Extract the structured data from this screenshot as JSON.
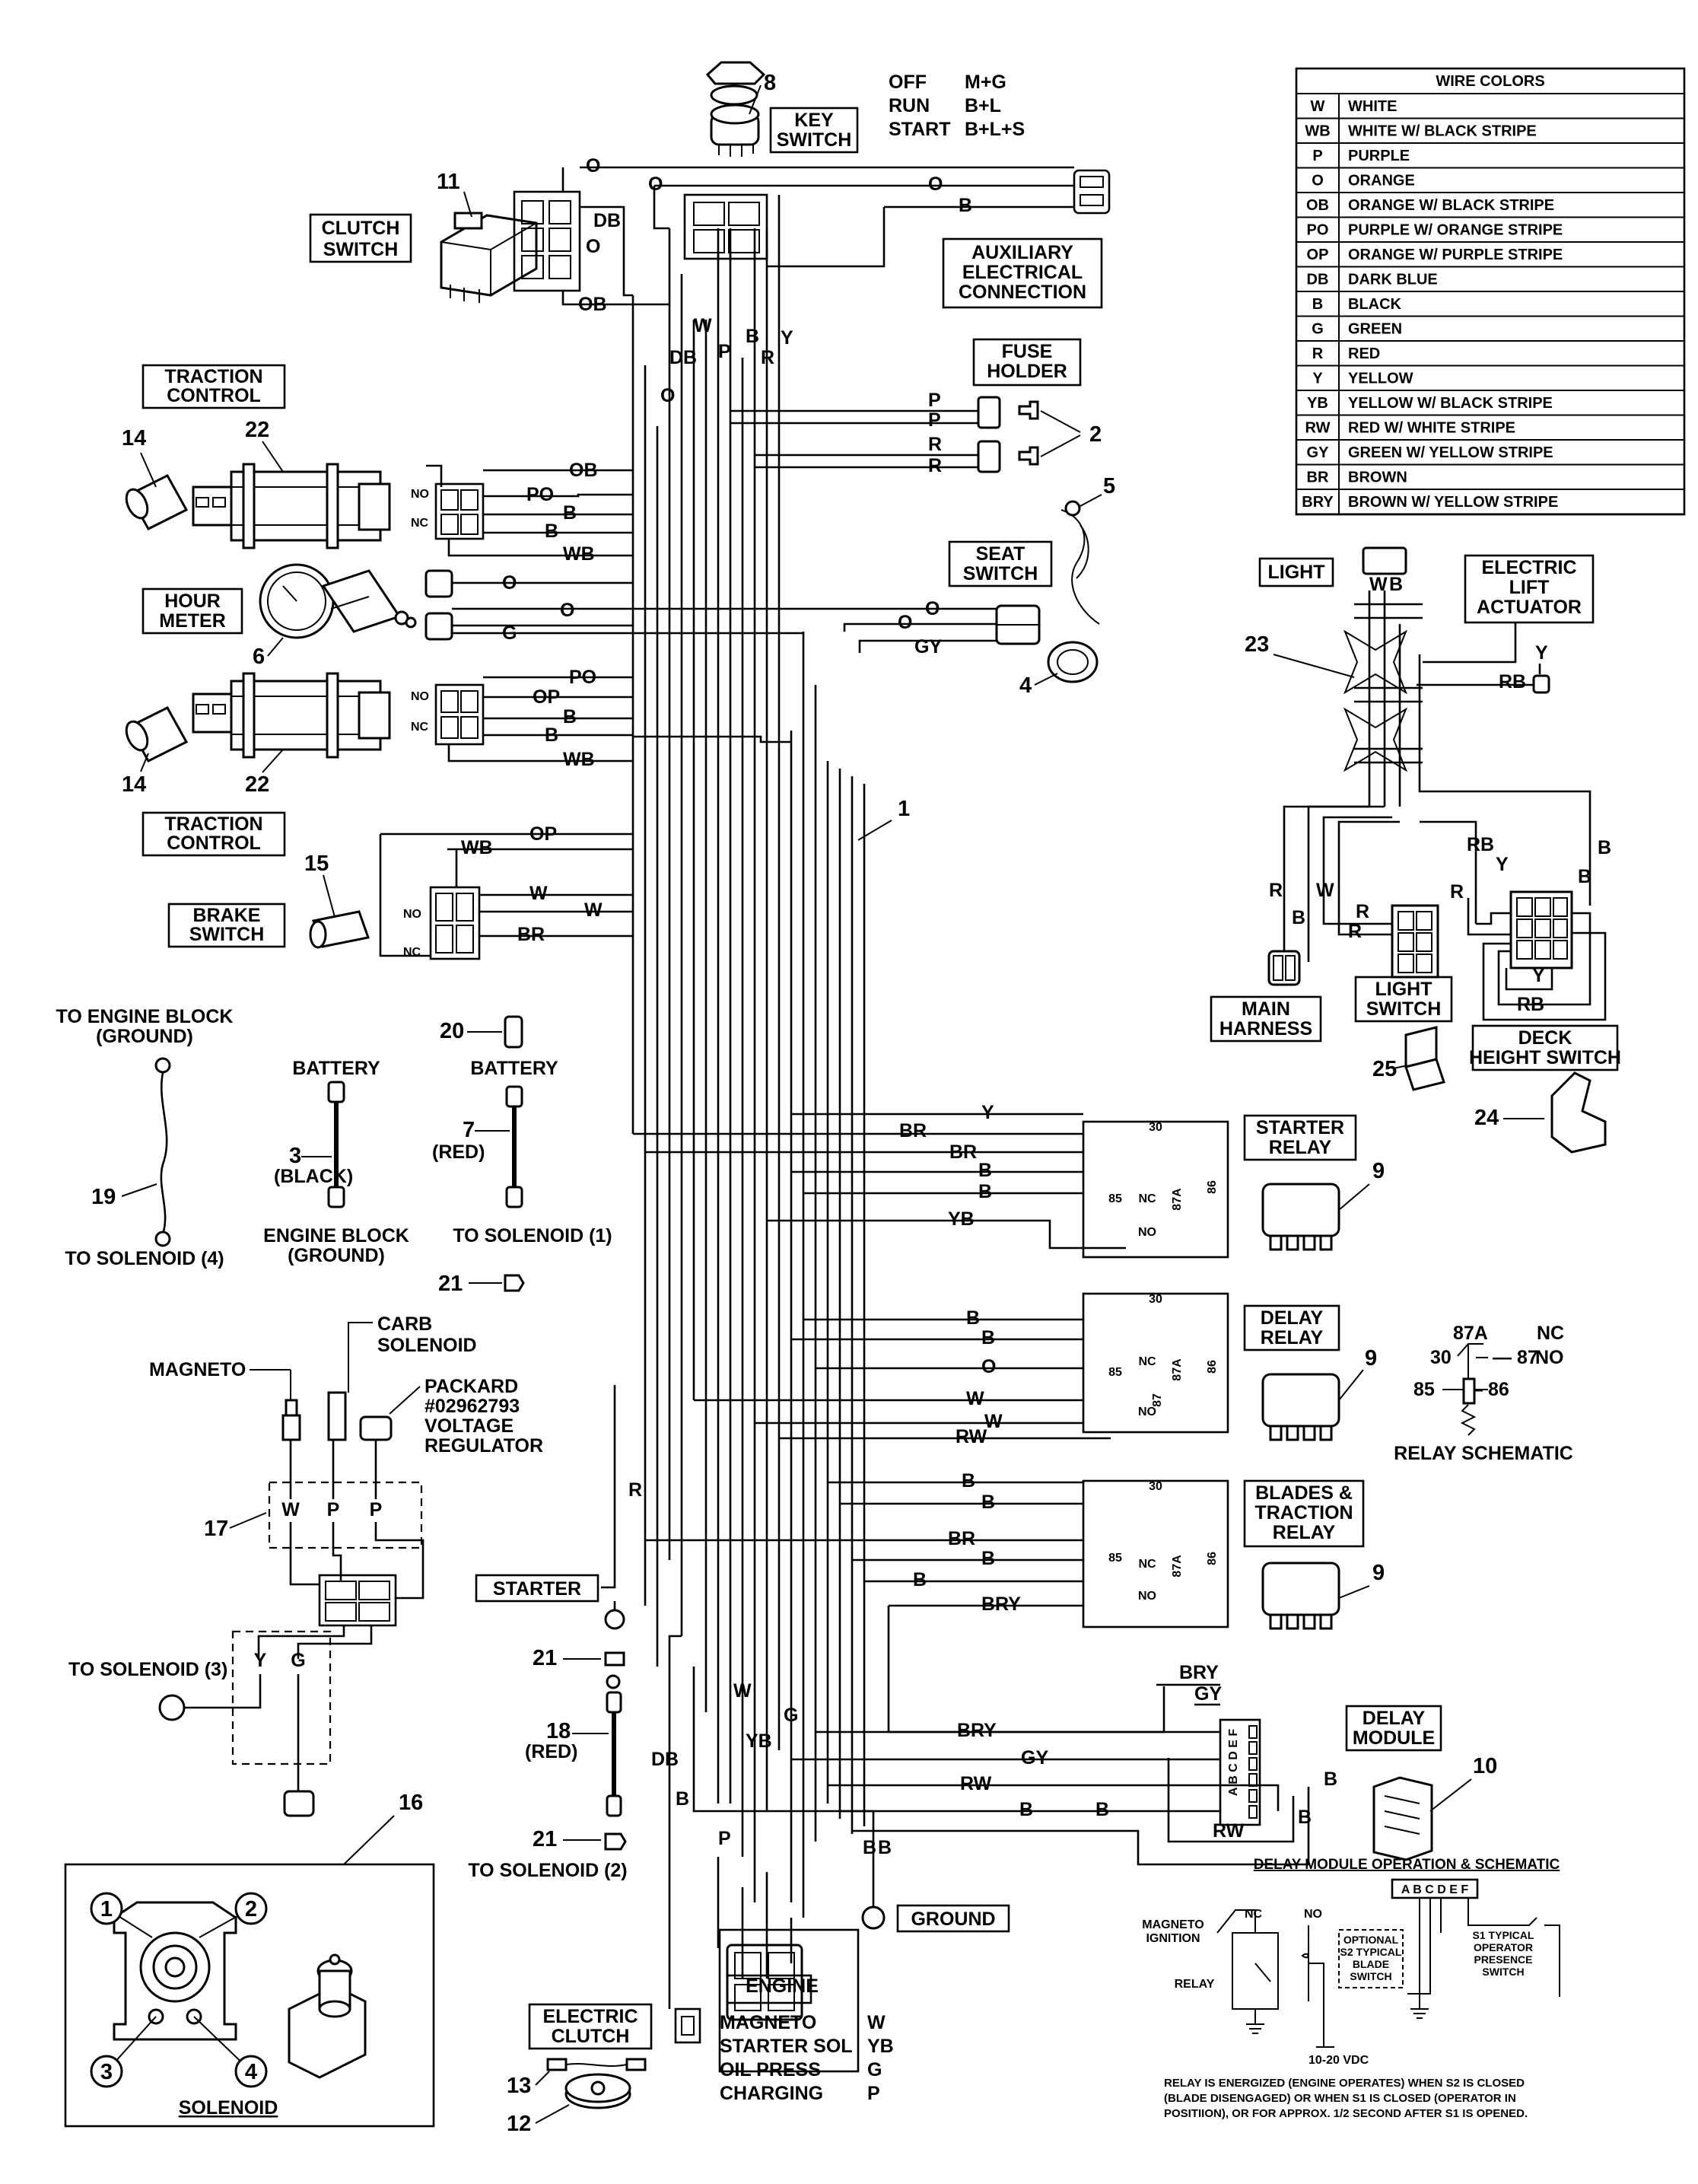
{
  "key_switch": {
    "title": "KEY SWITCH",
    "positions": [
      {
        "pos": "OFF",
        "contacts": "M+G"
      },
      {
        "pos": "RUN",
        "contacts": "B+L"
      },
      {
        "pos": "START",
        "contacts": "B+L+S"
      }
    ]
  },
  "wire_colors": {
    "title": "WIRE COLORS",
    "rows": [
      {
        "code": "W",
        "name": "WHITE"
      },
      {
        "code": "WB",
        "name": "WHITE W/ BLACK STRIPE"
      },
      {
        "code": "P",
        "name": "PURPLE"
      },
      {
        "code": "O",
        "name": "ORANGE"
      },
      {
        "code": "OB",
        "name": "ORANGE W/ BLACK STRIPE"
      },
      {
        "code": "PO",
        "name": "PURPLE W/ ORANGE STRIPE"
      },
      {
        "code": "OP",
        "name": "ORANGE W/ PURPLE STRIPE"
      },
      {
        "code": "DB",
        "name": "DARK BLUE"
      },
      {
        "code": "B",
        "name": "BLACK"
      },
      {
        "code": "G",
        "name": "GREEN"
      },
      {
        "code": "R",
        "name": "RED"
      },
      {
        "code": "Y",
        "name": "YELLOW"
      },
      {
        "code": "YB",
        "name": "YELLOW W/ BLACK STRIPE"
      },
      {
        "code": "RW",
        "name": "RED W/ WHITE STRIPE"
      },
      {
        "code": "GY",
        "name": "GREEN W/ YELLOW STRIPE"
      },
      {
        "code": "BR",
        "name": "BROWN"
      },
      {
        "code": "BRY",
        "name": "BROWN W/ YELLOW STRIPE"
      }
    ]
  },
  "labels": {
    "clutch_switch": "CLUTCH SWITCH",
    "aux_connection": "AUXILIARY ELECTRICAL CONNECTION",
    "fuse_holder": "FUSE HOLDER",
    "traction_control": "TRACTION CONTROL",
    "hour_meter": "HOUR METER",
    "seat_switch": "SEAT SWITCH",
    "brake_switch": "BRAKE SWITCH",
    "light": "LIGHT",
    "electric_lift_actuator": "ELECTRIC LIFT ACTUATOR",
    "main_harness": "MAIN HARNESS",
    "light_switch": "LIGHT SWITCH",
    "deck_height_switch": "DECK HEIGHT SWITCH",
    "starter_relay": "STARTER RELAY",
    "delay_relay": "DELAY RELAY",
    "blades_traction_relay": "BLADES & TRACTION RELAY",
    "delay_module": "DELAY MODULE",
    "starter": "STARTER",
    "ground": "GROUND",
    "electric_clutch": "ELECTRIC CLUTCH",
    "solenoid": "SOLENOID",
    "to_engine_block_ground": "TO ENGINE BLOCK (GROUND)",
    "to_solenoid_4": "TO SOLENOID (4)",
    "battery": "BATTERY",
    "black": "(BLACK)",
    "engine_block_ground": "ENGINE BLOCK (GROUND)",
    "red": "(RED)",
    "to_solenoid_1": "TO SOLENOID (1)",
    "magneto": "MAGNETO",
    "carb_solenoid": "CARB SOLENOID",
    "packard": "PACKARD #02962793 VOLTAGE REGULATOR",
    "to_solenoid_3": "TO SOLENOID (3)",
    "to_solenoid_2": "TO SOLENOID (2)",
    "relay_schematic": "RELAY SCHEMATIC",
    "delay_module_title": "DELAY MODULE OPERATION & SCHEMATIC",
    "magneto_ignition": "MAGNETO IGNITION",
    "relay": "RELAY",
    "optional_s2": "OPTIONAL S2 TYPICAL BLADE SWITCH",
    "s1_typical": "S1 TYPICAL OPERATOR PRESENCE SWITCH",
    "vdc": "10-20 VDC",
    "delay_note": "RELAY IS ENERGIZED (ENGINE OPERATES) WHEN S2 IS CLOSED (BLADE DISENGAGED) OR WHEN S1 IS CLOSED (OPERATOR IN POSITIION), OR FOR APPROX. 1/2 SECOND AFTER S1 IS OPENED.",
    "nc": "NC",
    "no": "NO"
  },
  "engine_table": {
    "title": "ENGINE",
    "rows": [
      {
        "name": "MAGNETO",
        "code": "W"
      },
      {
        "name": "STARTER SOL",
        "code": "YB"
      },
      {
        "name": "OIL PRESS",
        "code": "G"
      },
      {
        "name": "CHARGING",
        "code": "P"
      }
    ]
  },
  "relay_terminals": [
    "30",
    "85",
    "86",
    "87",
    "87A",
    "NC",
    "NO"
  ],
  "relay_schematic_pins": {
    "t30": "30",
    "t87a": "87A",
    "nc": "NC",
    "t87": "87",
    "no": "NO",
    "t85": "85",
    "t86": "86"
  },
  "delay_module_pins": "A B C D E F",
  "callouts": [
    "1",
    "2",
    "3",
    "4",
    "5",
    "6",
    "7",
    "8",
    "9",
    "10",
    "11",
    "12",
    "13",
    "14",
    "15",
    "16",
    "17",
    "18",
    "19",
    "20",
    "21",
    "22",
    "23",
    "24",
    "25"
  ],
  "solenoid_terminals": [
    "1",
    "2",
    "3",
    "4"
  ]
}
